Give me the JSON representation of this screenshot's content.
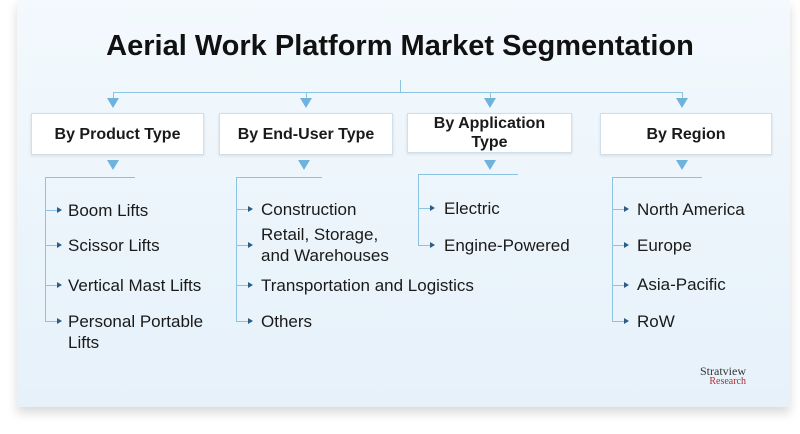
{
  "title": "Aerial Work Platform Market Segmentation",
  "segments": [
    {
      "label": "By Product Type",
      "items": [
        "Boom Lifts",
        "Scissor Lifts",
        "Vertical Mast Lifts",
        "Personal Portable Lifts"
      ]
    },
    {
      "label": "By End-User Type",
      "items": [
        "Construction",
        "Retail, Storage, and Warehouses",
        "Transportation and Logistics",
        "Others"
      ]
    },
    {
      "label": "By Application Type",
      "items": [
        "Electric",
        "Engine-Powered"
      ]
    },
    {
      "label": "By Region",
      "items": [
        "North America",
        "Europe",
        "Asia-Pacific",
        "RoW"
      ]
    }
  ],
  "logo": {
    "name": "Stratview",
    "sub": "Research"
  }
}
